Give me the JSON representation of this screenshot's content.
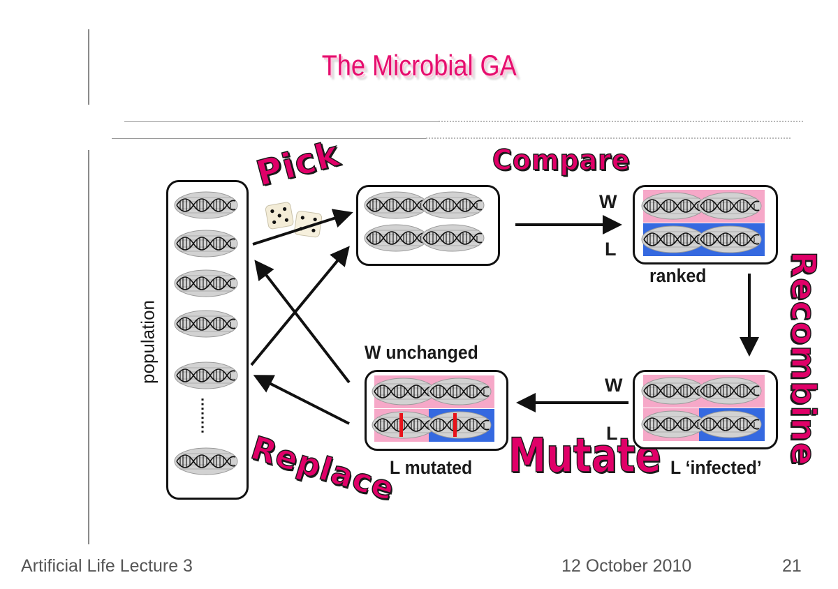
{
  "slide": {
    "title": "The Microbial GA",
    "footer_left": "Artificial Life Lecture 3",
    "footer_date": "12 October 2010",
    "page_number": "21"
  },
  "steps": {
    "pick": "Pick",
    "compare": "Compare",
    "recombine": "Recombine",
    "mutate": "Mutate",
    "replace": "Replace"
  },
  "labels": {
    "population": "population",
    "ellipsis": "........",
    "ranked": "ranked",
    "w_top": "W",
    "l_top": "L",
    "w_bottom": "W",
    "l_bottom": "L",
    "w_unchanged": "W unchanged",
    "l_mutated": "L mutated",
    "l_infected": "L ‘infected’"
  },
  "colors": {
    "title": "#e60e6e",
    "step_word": "#e00068",
    "winner_bg": "#f6a8c8",
    "loser_bg": "#3569e0",
    "mutation_mark": "#e8131b"
  },
  "icons": {
    "genome": "dna-helix-icon",
    "dice": "dice-icon"
  }
}
